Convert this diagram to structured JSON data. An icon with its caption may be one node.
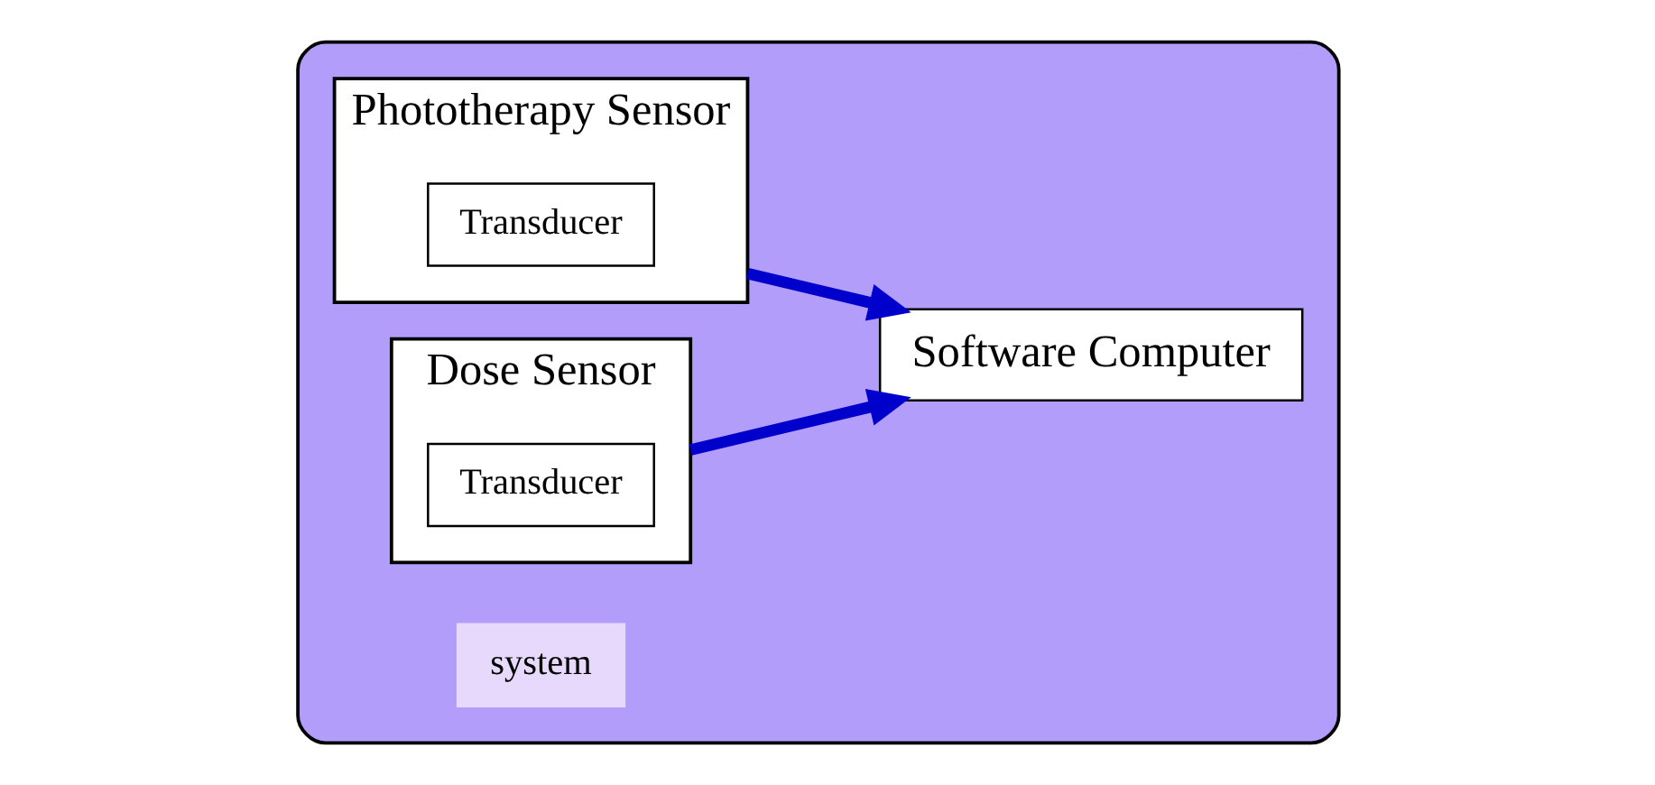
{
  "diagram": {
    "nodes": [
      {
        "text": [],
        "shape": "box"
      },
      {
        "text": [
          "Phototherapy Sensor"
        ],
        "in": 0
      },
      {
        "text": [
          "Transducer"
        ],
        "in": 1
      },
      {
        "text": [
          "Dose Sensor"
        ],
        "in": 0
      },
      {
        "text": [
          "Transducer"
        ],
        "in": 3
      },
      {
        "text": [
          "Software Computer"
        ],
        "in": 0
      },
      {
        "text": [
          "system"
        ],
        "in": 0
      }
    ],
    "edges": [
      {
        "from": 1,
        "to": 5,
        "arrow": "to"
      },
      {
        "from": 3,
        "to": 5,
        "arrow": "to"
      }
    ]
  }
}
